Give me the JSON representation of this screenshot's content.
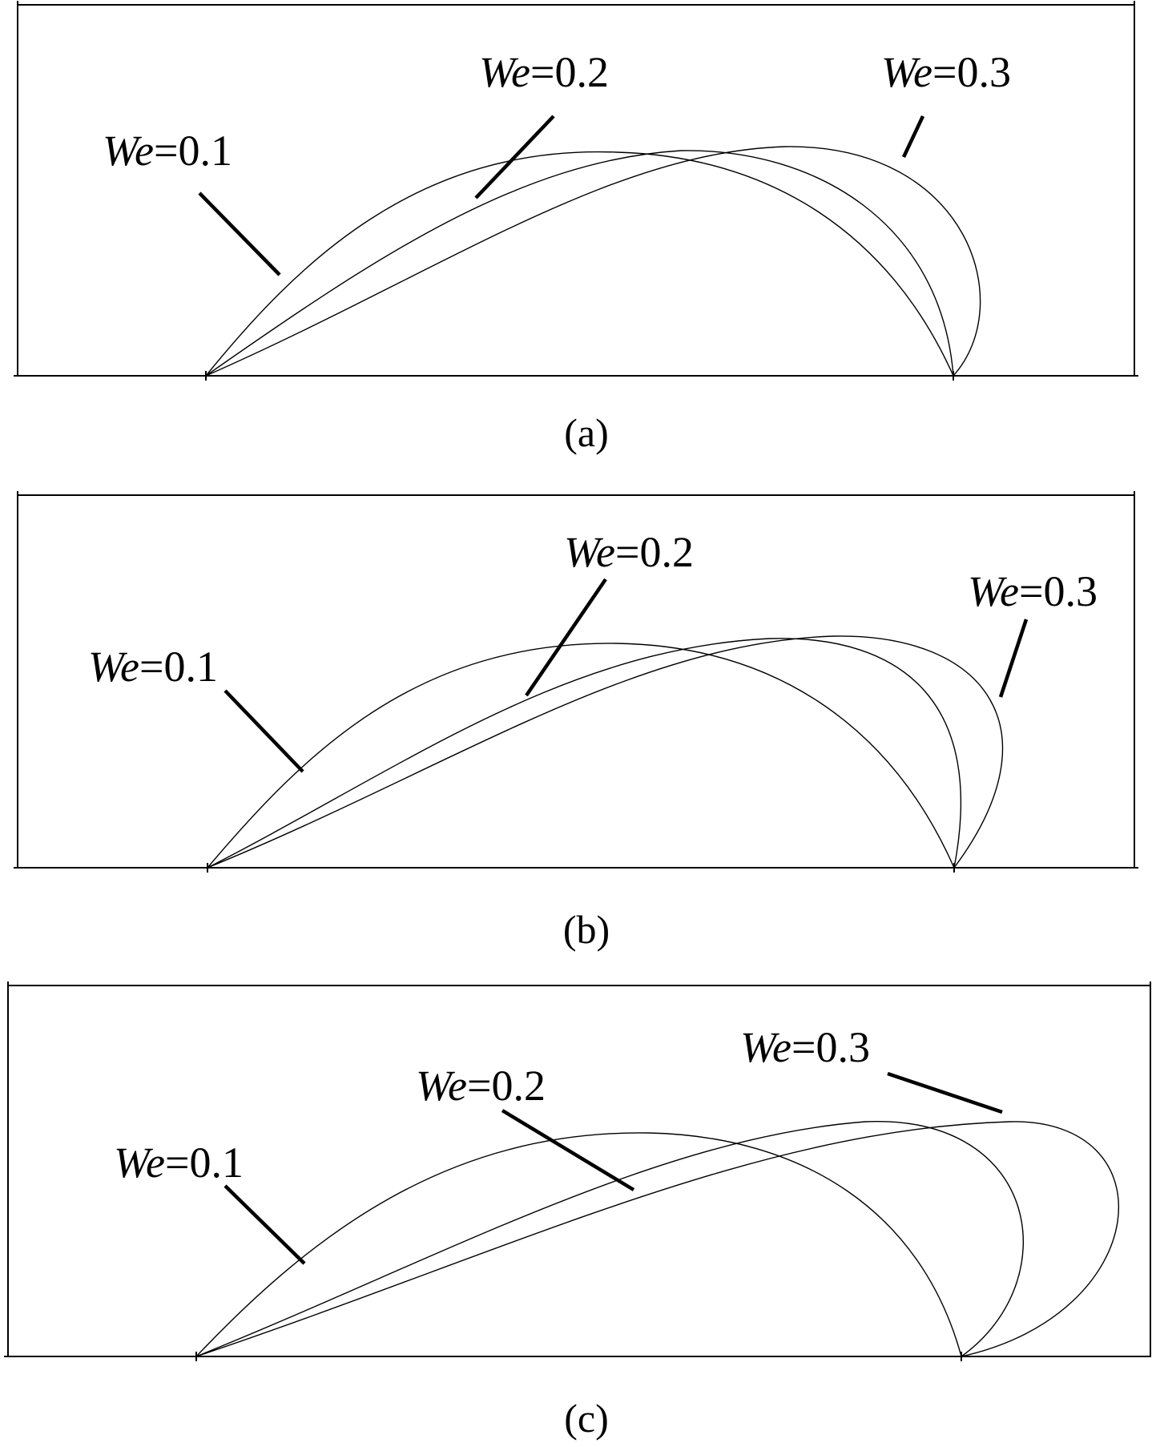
{
  "panels": [
    {
      "id": "a",
      "caption": "(a)",
      "labels": [
        {
          "prefix": "We",
          "value": "=0.1"
        },
        {
          "prefix": "We",
          "value": "=0.2"
        },
        {
          "prefix": "We",
          "value": "=0.3"
        }
      ]
    },
    {
      "id": "b",
      "caption": "(b)",
      "labels": [
        {
          "prefix": "We",
          "value": "=0.1"
        },
        {
          "prefix": "We",
          "value": "=0.2"
        },
        {
          "prefix": "We",
          "value": "=0.3"
        }
      ]
    },
    {
      "id": "c",
      "caption": "(c)",
      "labels": [
        {
          "prefix": "We",
          "value": "=0.1"
        },
        {
          "prefix": "We",
          "value": "=0.2"
        },
        {
          "prefix": "We",
          "value": "=0.3"
        }
      ]
    }
  ],
  "colors": {
    "stroke": "#000000",
    "background": "#ffffff"
  }
}
